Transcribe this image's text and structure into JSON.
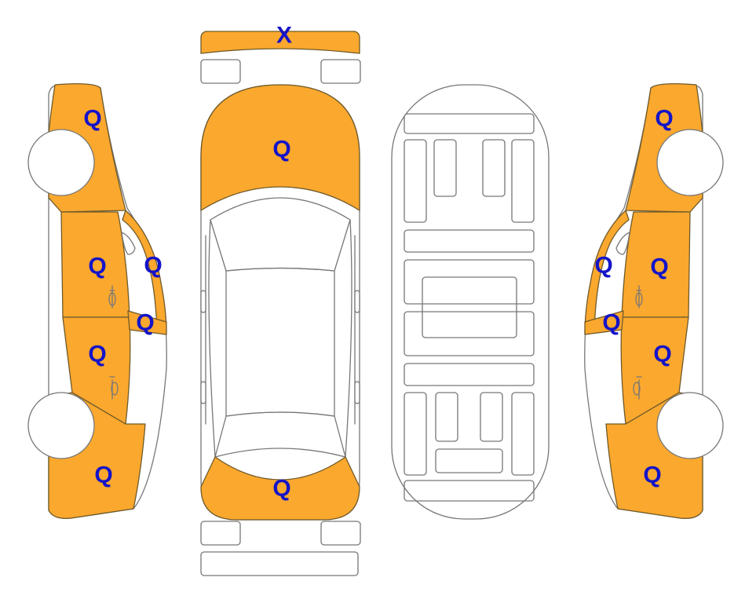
{
  "colors": {
    "marked_panel": "#FBA82E",
    "mark_text": "#1414C8",
    "outline": "#777777"
  },
  "marks": {
    "front_bumper": "X",
    "hood": "Q",
    "trunk_lid": "Q",
    "left_front_fender": "Q",
    "left_front_door": "Q",
    "left_a_pillar": "Q",
    "left_b_pillar": "Q",
    "left_rear_door": "Q",
    "left_rear_quarter": "Q",
    "right_front_fender": "Q",
    "right_front_door": "Q",
    "right_a_pillar": "Q",
    "right_b_pillar": "Q",
    "right_rear_door": "Q",
    "right_rear_quarter": "Q"
  }
}
